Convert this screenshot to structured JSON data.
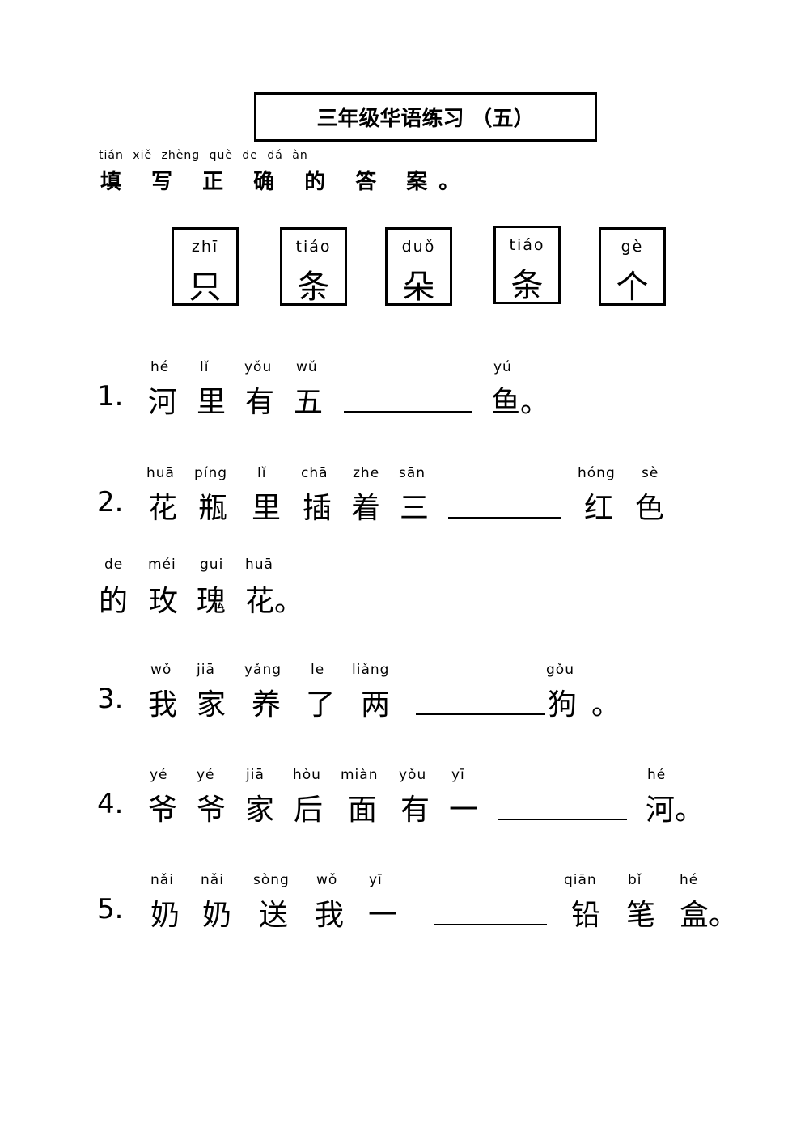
{
  "title": "三年级华语练习 （五）",
  "instruction": {
    "pinyin": "tián xiě zhèng què de dá àn",
    "text": "填 写 正 确 的 答 案。"
  },
  "word_bank": [
    {
      "pinyin": "zhī",
      "char": "只"
    },
    {
      "pinyin": "tiáo",
      "char": "条"
    },
    {
      "pinyin": "duǒ",
      "char": "朵"
    },
    {
      "pinyin": "tiáo",
      "char": "条"
    },
    {
      "pinyin": "gè",
      "char": "个"
    }
  ],
  "questions": [
    {
      "number": "1.",
      "lines": [
        {
          "tokens": [
            [
              "hé",
              "河"
            ],
            [
              "lǐ",
              "里"
            ],
            [
              "yǒu",
              "有"
            ],
            [
              "wǔ",
              "五"
            ]
          ],
          "blank": true,
          "after": [
            [
              "yú",
              "鱼"
            ]
          ],
          "end": "。"
        }
      ]
    },
    {
      "number": "2.",
      "lines": [
        {
          "tokens": [
            [
              "huā",
              "花"
            ],
            [
              "píng",
              "瓶"
            ],
            [
              "lǐ",
              "里"
            ],
            [
              "chā",
              "插"
            ],
            [
              "zhe",
              "着"
            ],
            [
              "sān",
              "三"
            ]
          ],
          "blank": true,
          "after": [
            [
              "hóng",
              "红"
            ],
            [
              "sè",
              "色"
            ]
          ],
          "end": ""
        },
        {
          "tokens": [
            [
              "de",
              "的"
            ],
            [
              "méi",
              "玫"
            ],
            [
              "gui",
              "瑰"
            ],
            [
              "huā",
              "花"
            ]
          ],
          "blank": false,
          "after": [],
          "end": "。"
        }
      ]
    },
    {
      "number": "3.",
      "lines": [
        {
          "tokens": [
            [
              "wǒ",
              "我"
            ],
            [
              "jiā",
              "家"
            ],
            [
              "yǎng",
              "养"
            ],
            [
              "le",
              "了"
            ],
            [
              "liǎng",
              "两"
            ]
          ],
          "blank": true,
          "after": [
            [
              "gǒu",
              "狗"
            ]
          ],
          "end": "。"
        }
      ]
    },
    {
      "number": "4.",
      "lines": [
        {
          "tokens": [
            [
              "yé",
              "爷"
            ],
            [
              "yé",
              "爷"
            ],
            [
              "jiā",
              "家"
            ],
            [
              "hòu",
              "后"
            ],
            [
              "miàn",
              "面"
            ],
            [
              "yǒu",
              "有"
            ],
            [
              "yī",
              "一"
            ]
          ],
          "blank": true,
          "after": [
            [
              "hé",
              "河"
            ]
          ],
          "end": "。"
        }
      ]
    },
    {
      "number": "5.",
      "lines": [
        {
          "tokens": [
            [
              "nǎi",
              "奶"
            ],
            [
              "nǎi",
              "奶"
            ],
            [
              "sòng",
              "送"
            ],
            [
              "wǒ",
              "我"
            ],
            [
              "yī",
              "一"
            ]
          ],
          "blank": true,
          "after": [
            [
              "qiān",
              "铅"
            ],
            [
              "bǐ",
              "笔"
            ],
            [
              "hé",
              "盒"
            ]
          ],
          "end": "。"
        }
      ]
    }
  ]
}
